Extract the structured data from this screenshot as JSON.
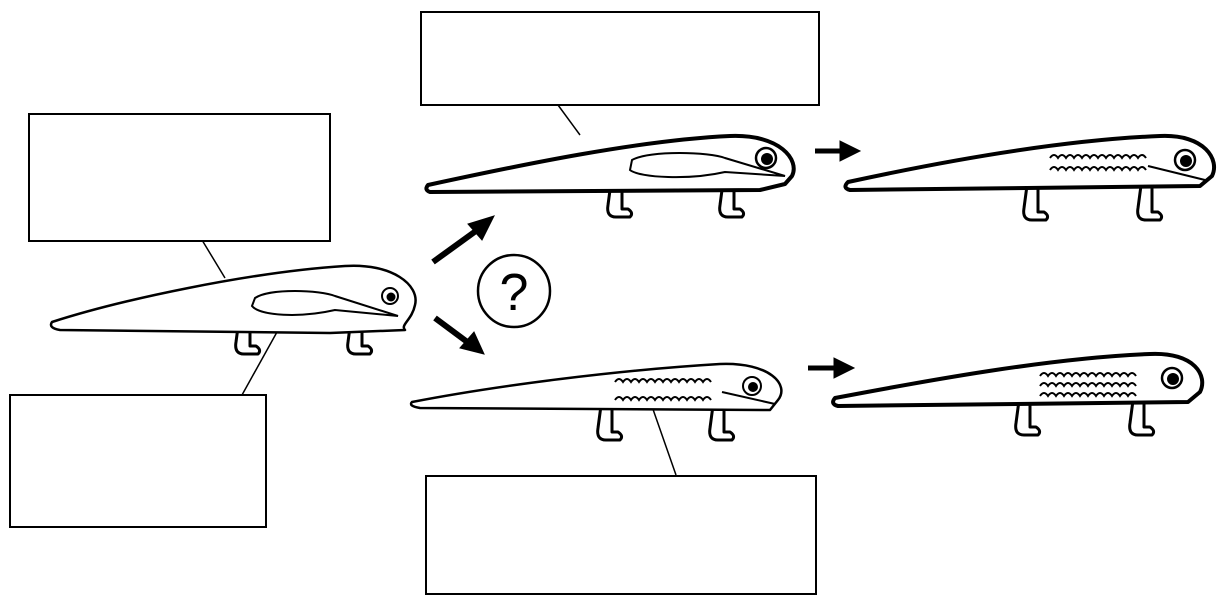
{
  "diagram": {
    "question_mark": "?",
    "label_boxes": [
      {
        "id": "box-top-center",
        "text": ""
      },
      {
        "id": "box-upper-left",
        "text": ""
      },
      {
        "id": "box-lower-left",
        "text": ""
      },
      {
        "id": "box-bottom-center",
        "text": ""
      }
    ],
    "stroke_color": "#000000",
    "background_color": "#ffffff"
  }
}
